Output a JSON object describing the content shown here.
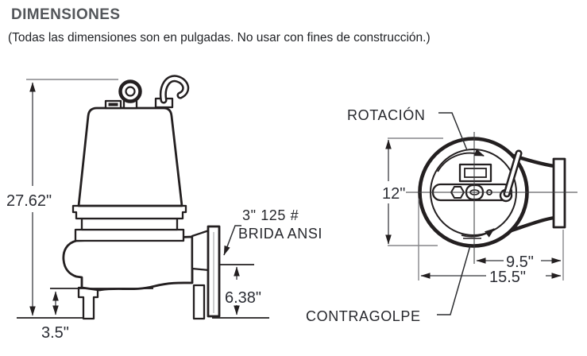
{
  "header": {
    "title": "DIMENSIONES",
    "subtitle": "(Todas las dimensiones son en pulgadas. No usar con fines de construcción.)"
  },
  "side_view": {
    "height": "27.62\"",
    "foot_clearance": "3.5\"",
    "discharge_height": "6.38\"",
    "flange_line1": "3\" 125 #",
    "flange_line2": "BRIDA ANSI"
  },
  "top_view": {
    "rotation": "ROTACIÓN",
    "kickback": "CONTRAGOLPE",
    "diameter": "12\"",
    "center_to_flange": "9.5\"",
    "overall_width": "15.5\""
  },
  "colors": {
    "line": "#231f20",
    "dim_line": "#55565a",
    "text": "#2b2d34",
    "title": "#53565a"
  }
}
